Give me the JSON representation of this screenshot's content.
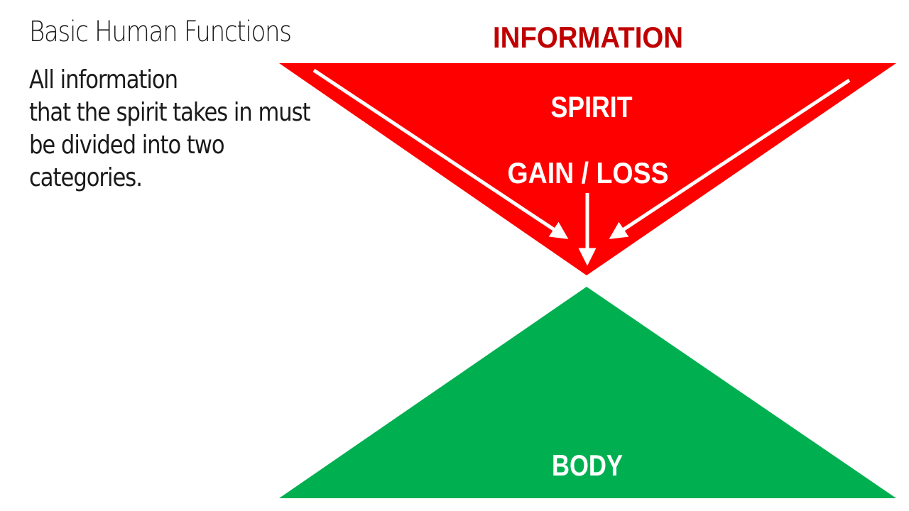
{
  "slide": {
    "title": "Basic Human Functions",
    "body_lines": [
      "All information",
      "that the spirit takes in must",
      "be divided into two",
      "categories."
    ]
  },
  "diagram": {
    "information_label": "INFORMATION",
    "spirit_label": "SPIRIT",
    "gain_loss_label": "GAIN / LOSS",
    "body_label": "BODY"
  },
  "colors": {
    "spirit_triangle": "#ff0000",
    "body_triangle": "#00b050",
    "information_text": "#c00000",
    "arrows": "#ffffff",
    "labels_on_shapes": "#ffffff"
  }
}
